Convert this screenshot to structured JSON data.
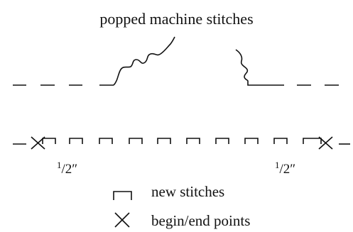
{
  "title": "popped machine stitches",
  "markers": {
    "left_measure": {
      "numerator": "1",
      "slash": "/",
      "denominator": "2″"
    },
    "right_measure": {
      "numerator": "1",
      "slash": "/",
      "denominator": "2″"
    }
  },
  "legend": {
    "new_stitches": "new stitches",
    "begin_end": "begin/end points"
  },
  "colors": {
    "ink": "#111111",
    "background": "#ffffff"
  }
}
